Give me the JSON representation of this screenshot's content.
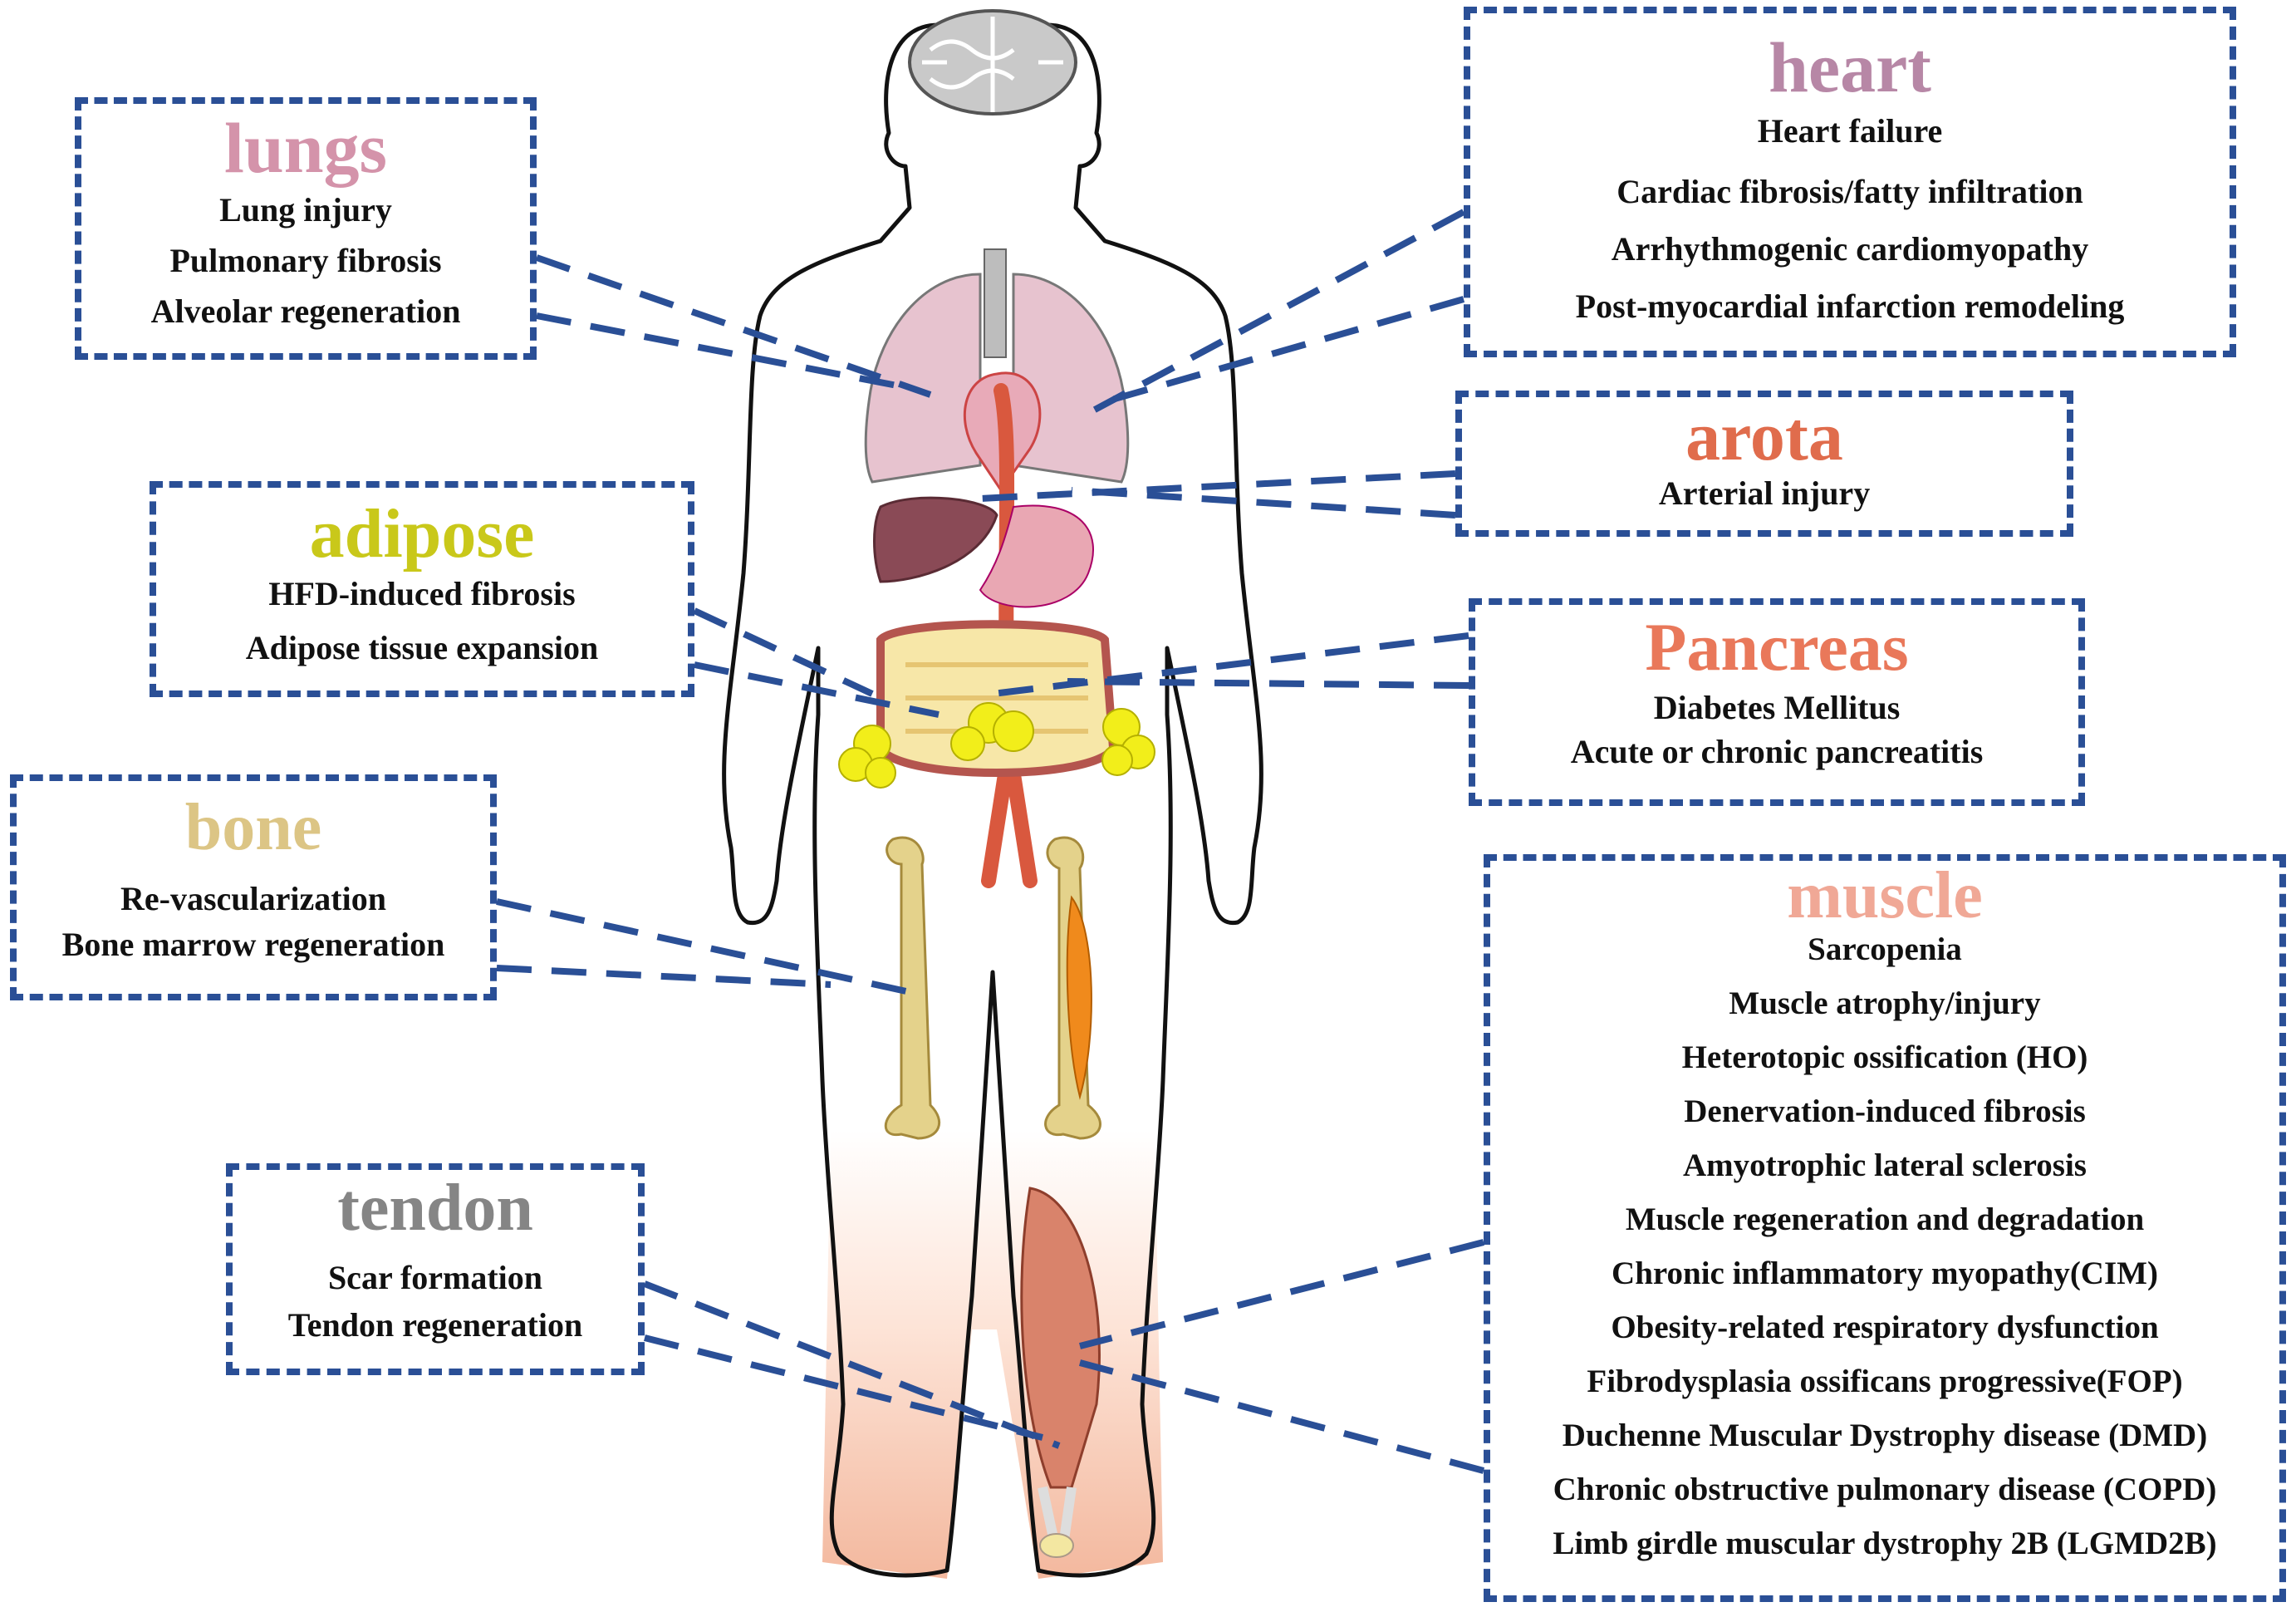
{
  "colors": {
    "border": "#2a4f96",
    "lungs": "#d493aa",
    "heart": "#b787a6",
    "aorta": "#e06c4c",
    "adipose": "#c9c81a",
    "pancreas": "#e9785a",
    "bone": "#dcc585",
    "muscle": "#f0a896",
    "tendon": "#858585"
  },
  "icons": [
    "brain-icon",
    "lungs-icon",
    "heart-icon",
    "liver-icon",
    "stomach-icon",
    "intestine-icon",
    "femur-icon",
    "muscle-icon"
  ],
  "boxes": {
    "lungs": {
      "title": "lungs",
      "items": [
        "Lung injury",
        "Pulmonary fibrosis",
        "Alveolar regeneration"
      ]
    },
    "heart": {
      "title": "heart",
      "items": [
        "Heart failure",
        "Cardiac fibrosis/fatty infiltration",
        "Arrhythmogenic cardiomyopathy",
        "Post-myocardial infarction remodeling"
      ]
    },
    "aorta": {
      "title": "arota",
      "items": [
        "Arterial injury"
      ]
    },
    "adipose": {
      "title": "adipose",
      "items": [
        "HFD-induced fibrosis",
        "Adipose tissue expansion"
      ]
    },
    "pancreas": {
      "title": "Pancreas",
      "items": [
        "Diabetes Mellitus",
        "Acute or chronic pancreatitis"
      ]
    },
    "bone": {
      "title": "bone",
      "items": [
        "Re-vascularization",
        "Bone marrow regeneration"
      ]
    },
    "muscle": {
      "title": "muscle",
      "items": [
        "Sarcopenia",
        "Muscle atrophy/injury",
        "Heterotopic ossification (HO)",
        "Denervation-induced fibrosis",
        "Amyotrophic lateral sclerosis",
        "Muscle regeneration and degradation",
        "Chronic inflammatory myopathy(CIM)",
        "Obesity-related respiratory dysfunction",
        "Fibrodysplasia ossificans progressive(FOP)",
        "Duchenne Muscular Dystrophy disease (DMD)",
        "Chronic obstructive pulmonary disease (COPD)",
        "Limb girdle muscular dystrophy 2B (LGMD2B)"
      ]
    },
    "tendon": {
      "title": "tendon",
      "items": [
        "Scar formation",
        "Tendon regeneration"
      ]
    }
  }
}
